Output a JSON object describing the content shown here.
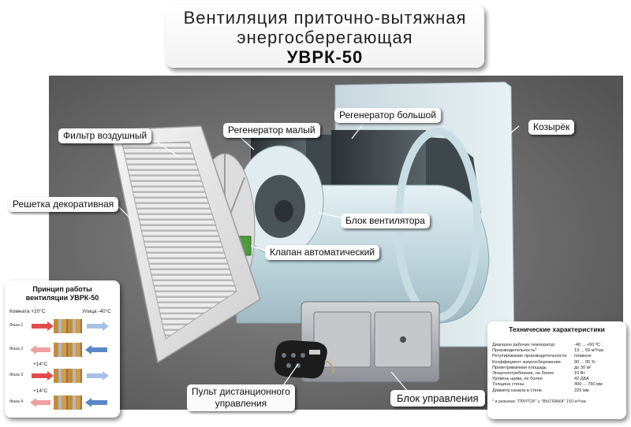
{
  "title": {
    "line1": "Вентиляция приточно-вытяжная",
    "line2": "энергосберегающая",
    "model": "УВРК-50"
  },
  "callouts": {
    "filter": "Фильтр воздушный",
    "regen_small": "Регенератор малый",
    "regen_large": "Регенератор большой",
    "visor": "Козырёк",
    "grille": "Решетка декоративная",
    "fan": "Блок вентилятора",
    "valve": "Клапан автоматический",
    "remote_line1": "Пульт дистанционного",
    "remote_line2": "управления",
    "control": "Блок управления"
  },
  "principle": {
    "title_line1": "Принцип работы",
    "title_line2": "вентиляции УВРК-50",
    "room_label": "Комната +20°С",
    "street_label": "Улица -40°С",
    "phases": [
      {
        "label": "Фаза 1",
        "temp": "",
        "direction": "out"
      },
      {
        "label": "Фаза 2",
        "temp": "",
        "direction": "in"
      },
      {
        "label": "Фаза 3",
        "temp": "+14°С",
        "direction": "out"
      },
      {
        "label": "Фаза 4",
        "temp": "+14°С",
        "direction": "in"
      }
    ]
  },
  "specs": {
    "title": "Технические характеристики",
    "rows": [
      {
        "label": "Диапазон рабочих температур",
        "value": "-40 ... +50 ºС"
      },
      {
        "label": "Производительность*",
        "value": "13 ... 50 м³/час"
      },
      {
        "label": "Регулирование производительности",
        "value": "плавное"
      },
      {
        "label": "Коэффициент энергосбережения",
        "value": "90 ... 95 %"
      },
      {
        "label": "Проветриваемая площадь",
        "value": "до 30 м²"
      },
      {
        "label": "Энергопотребление, не более",
        "value": "15 Вт"
      },
      {
        "label": "Уровень шума, не более",
        "value": "42 ДБА"
      },
      {
        "label": "Толщина стены",
        "value": "400 ... 750 мм"
      },
      {
        "label": "Диаметр канала в стене",
        "value": "225 мм"
      }
    ],
    "note": "* в режимах \"ПРИТОК\" и \"ВЫТЯЖКА\"   150 м³/час"
  },
  "colors": {
    "backdrop": "#6f6f6f",
    "duct": "#cfe2e8",
    "visor": "#d8e6ea",
    "grille": "#e9e9e9",
    "control_panel": "#a9abb0",
    "remote": "#1a1a1a",
    "arrow_warm": "#e04c4c",
    "arrow_cold": "#5b86c9"
  }
}
